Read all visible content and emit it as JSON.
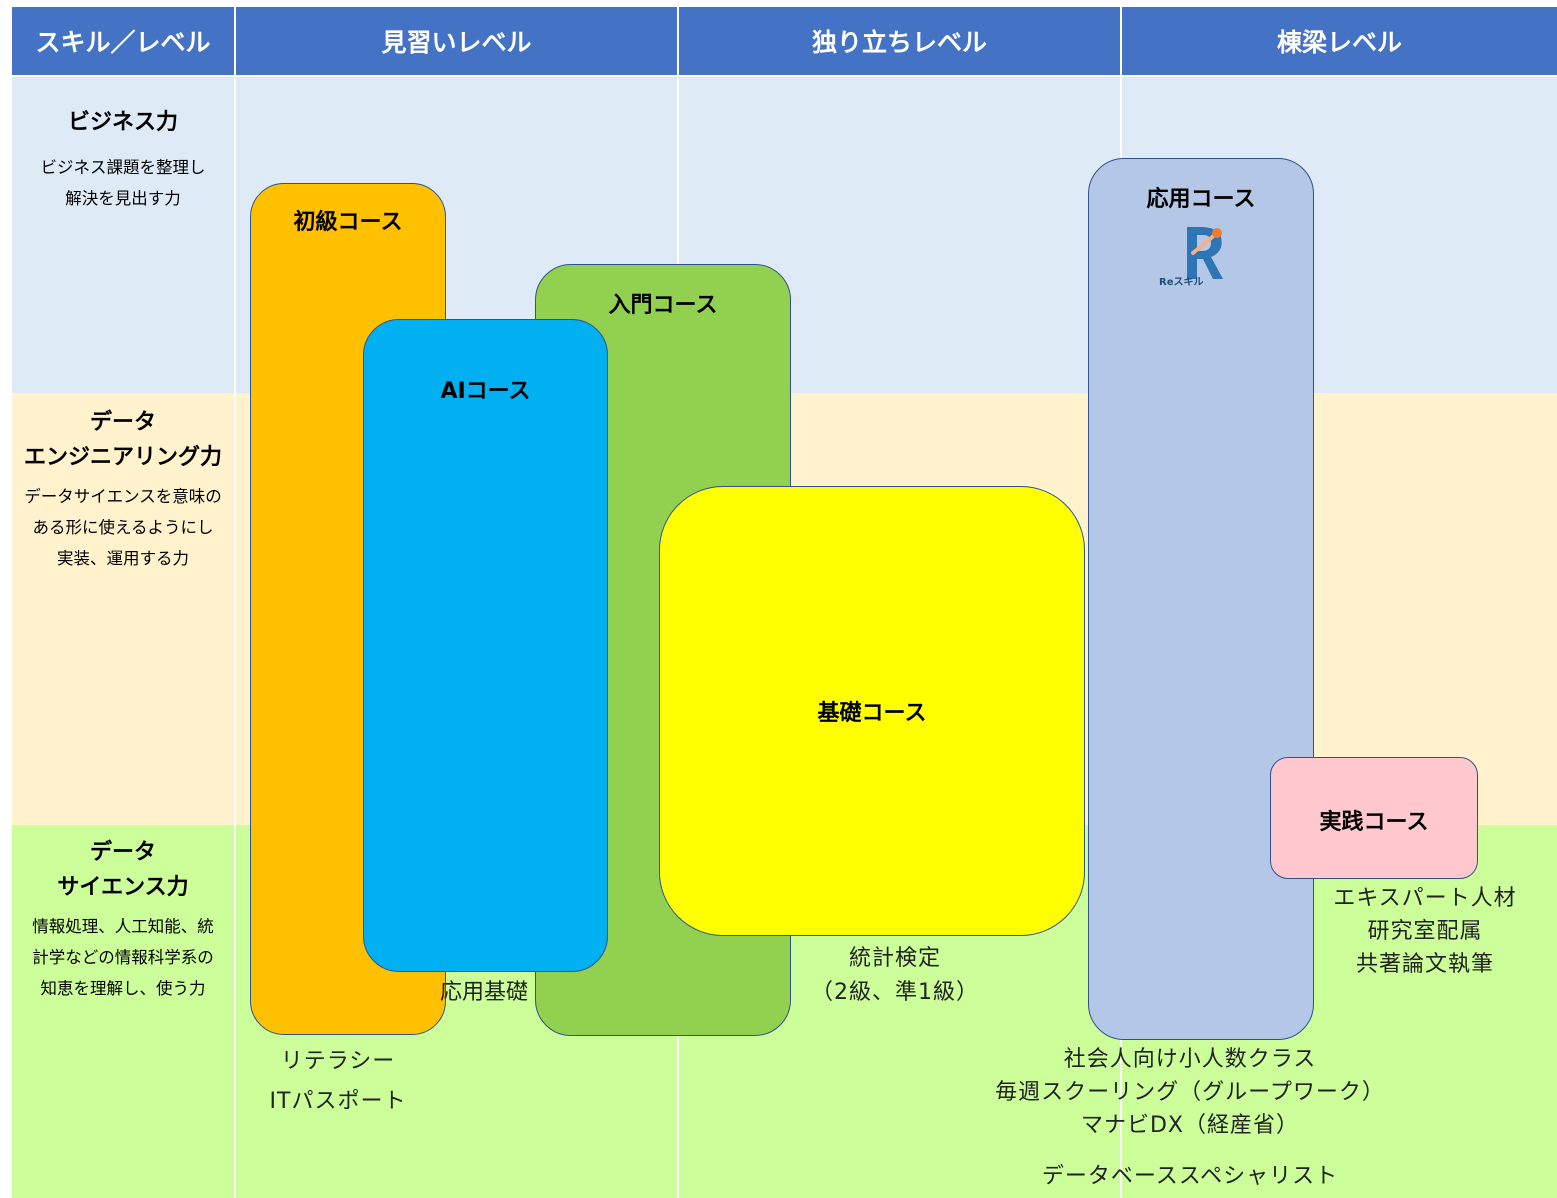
{
  "header": {
    "skill_level": "スキル／レベル",
    "level_apprentice": "見習いレベル",
    "level_independent": "独り立ちレベル",
    "level_bridge": "棟梁レベル"
  },
  "skills": {
    "business": {
      "title": "ビジネス力",
      "desc": [
        "ビジネス課題を整理し",
        "解決を見出す力"
      ]
    },
    "engineering": {
      "title": [
        "データ",
        "エンジニアリング力"
      ],
      "desc": [
        "データサイエンスを意味の",
        "ある形に使えるようにし",
        "実装、運用する力"
      ]
    },
    "science": {
      "title": [
        "データ",
        "サイエンス力"
      ],
      "desc": [
        "情報処理、人工知能、統",
        "計学などの情報科学系の",
        "知恵を理解し、使う力"
      ]
    }
  },
  "courses": {
    "shokyu": "初級コース",
    "nyumon": "入門コース",
    "ai": "AIコース",
    "kiso": "基礎コース",
    "oyo": "応用コース",
    "jissen": "実践コース"
  },
  "logo": {
    "mark": "R",
    "text": "Reスキル"
  },
  "notes": {
    "literacy": [
      "リテラシー",
      "ITパスポート"
    ],
    "oyo_kiso": "応用基礎",
    "toukei": [
      "統計検定",
      "（2級、準1級）"
    ],
    "expert": [
      "エキスパート人材",
      "研究室配属",
      "共著論文執筆"
    ],
    "shakaijin": [
      "社会人向け小人数クラス",
      "毎週スクーリング（グループワーク）",
      "マナビDX（経産省）"
    ],
    "database": "データベーススペシャリスト"
  },
  "colors": {
    "header": "#4472c4",
    "business_row": "#deebf7",
    "engineering_row": "#fff2cc",
    "science_row": "#ccff99",
    "shokyu": "#ffc000",
    "nyumon": "#92d050",
    "ai": "#00b0f0",
    "kiso": "#ffff00",
    "oyo": "#b4c7e7",
    "jissen": "#ffc7ce"
  }
}
